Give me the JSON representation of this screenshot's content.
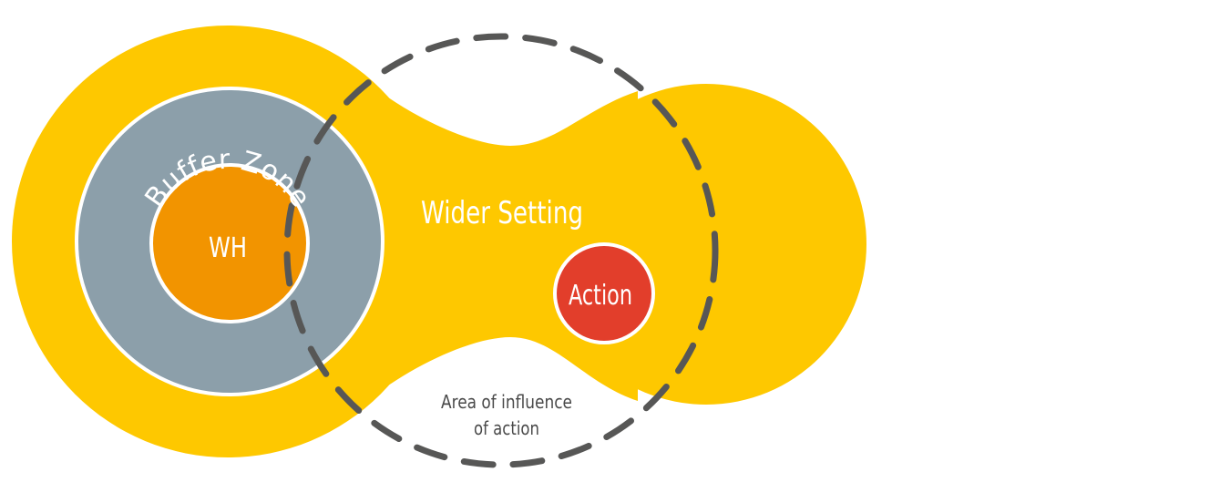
{
  "diagram": {
    "labels": {
      "wider_setting": "Wider Setting",
      "buffer_zone": "Buffer Zone",
      "wh": "WH",
      "action": "Action",
      "influence_line1": "Area of influence",
      "influence_line2": "of action"
    },
    "colors": {
      "wider_setting": "#fec800",
      "buffer_zone": "#8c9faa",
      "wh": "#f29400",
      "action": "#e23e2b",
      "dashed_circle": "#575756",
      "outline": "#ffffff",
      "influence_text": "#4a4a4a"
    }
  }
}
